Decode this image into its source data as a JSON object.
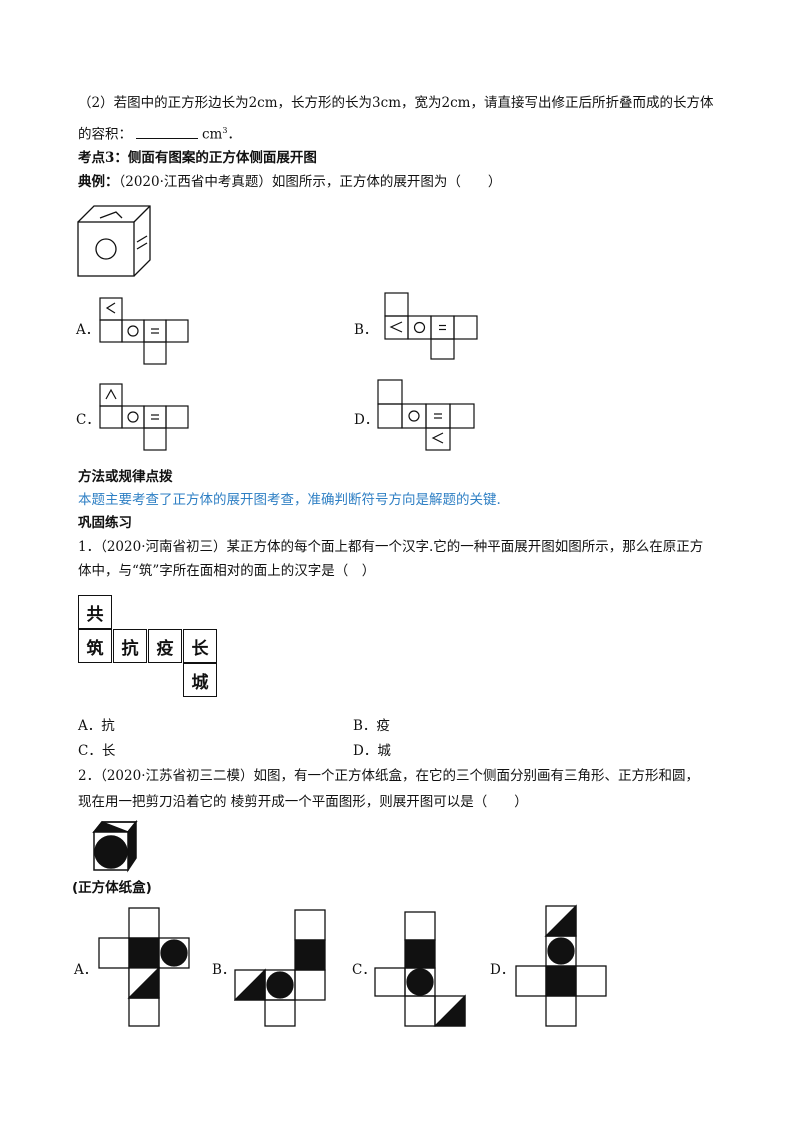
{
  "q2_sub": {
    "line1": "（2）若图中的正方形边长为2cm，长方形的长为3cm，宽为2cm，请直接写出修正后所折叠而成的长方体",
    "line2_prefix": "的容积：",
    "line2_unit": "cm",
    "line2_sup": "3",
    "line2_end": "．"
  },
  "section3": {
    "heading": "考点3：侧面有图案的正方体侧面展开图",
    "example_label": "典例：",
    "example_text": "（2020·江西省中考真题）如图所示，正方体的展开图为（　　）"
  },
  "example_options": [
    "A．",
    "B．",
    "C．",
    "D．"
  ],
  "method": {
    "heading": "方法或规律点拨",
    "text": "本题主要考查了正方体的展开图考查，准确判断符号方向是解题的关键."
  },
  "practice": {
    "heading": "巩固练习",
    "q1_line1": "1．（2020·河南省初三）某正方体的每个面上都有一个汉字.它的一种平面展开图如图所示，那么在原正方",
    "q1_line2": "体中，与“筑”字所在面相对的面上的汉字是（　）",
    "q1_net": [
      "共",
      "筑",
      "抗",
      "疫",
      "长",
      "城"
    ],
    "q1_options": [
      {
        "label": "A．",
        "text": "抗"
      },
      {
        "label": "B．",
        "text": "疫"
      },
      {
        "label": "C．",
        "text": "长"
      },
      {
        "label": "D．",
        "text": "城"
      }
    ],
    "q2_line1": "2．（2020·江苏省初三二模）如图，有一个正方体纸盒，在它的三个侧面分别画有三角形、正方形和圆，",
    "q2_line2": "现在用一把剪刀沿着它的 棱剪开成一个平面图形，则展开图可以是（　　）",
    "q2_caption": "(正方体纸盒)",
    "q2_options": [
      "A．",
      "B．",
      "C．",
      "D．"
    ]
  }
}
